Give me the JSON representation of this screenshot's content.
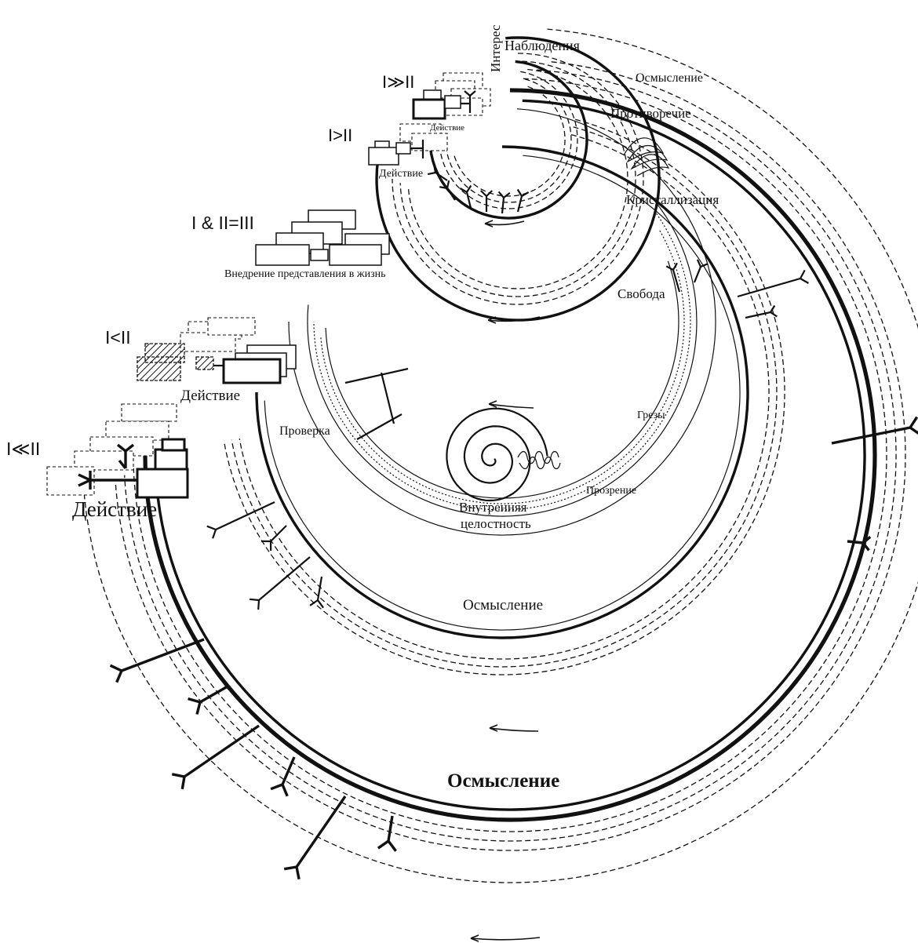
{
  "labels": {
    "interest": "Интерес",
    "observations": "Наблюдения",
    "understanding_top": "Осмысление",
    "contradiction": "Противоречие",
    "crystallization": "Кристаллизация",
    "freedom": "Свобода",
    "dreams": "Грезы",
    "insight": "Прозрение",
    "inner_integrity_1": "Внутренняя",
    "inner_integrity_2": "целостность",
    "verification": "Проверка",
    "implementation": "Внедрение представления в жизнь",
    "understanding_mid": "Осмысление",
    "understanding_bottom": "Осмысление"
  },
  "stages": [
    {
      "formula": "I≫II",
      "action": "Действие"
    },
    {
      "formula": "I>II",
      "action": "Действие"
    },
    {
      "formula": "I & II=III",
      "action": ""
    },
    {
      "formula": "I<II",
      "action": "Действие"
    },
    {
      "formula": "I≪II",
      "action": "Действие"
    }
  ]
}
